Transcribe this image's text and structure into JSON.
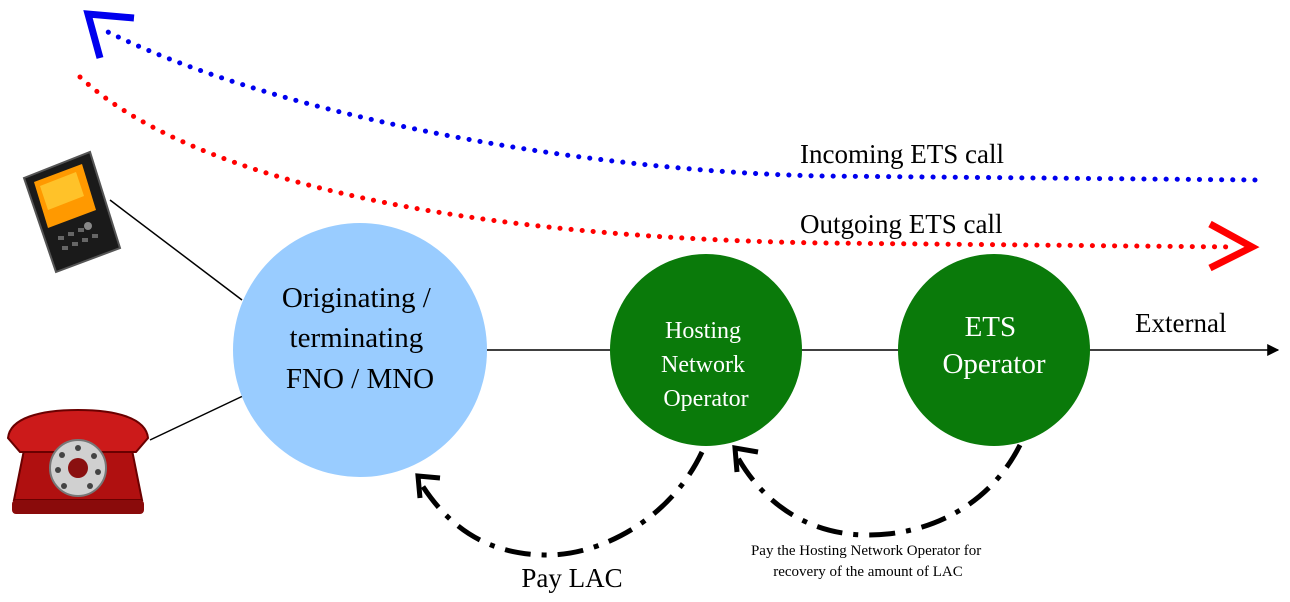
{
  "nodes": {
    "originating": {
      "line1": "Originating /",
      "line2": "terminating",
      "line3": "FNO / MNO"
    },
    "hosting": {
      "line1": "Hosting",
      "line2": "Network",
      "line3": "Operator"
    },
    "ets": {
      "line1": "ETS",
      "line2": "Operator"
    }
  },
  "labels": {
    "external": "External",
    "incoming_call": "Incoming ETS call",
    "outgoing_call": "Outgoing ETS call",
    "pay_lac": "Pay LAC",
    "pay_hosting_line1": "Pay the Hosting Network Operator for",
    "pay_hosting_line2": "recovery of the amount of LAC"
  },
  "icons": {
    "mobile": "mobile-phone-icon",
    "landline": "rotary-telephone-icon"
  },
  "colors": {
    "originating_fill": "#99ccff",
    "operator_fill": "#0a7a0a",
    "incoming": "#0000ee",
    "outgoing": "#ff0000"
  }
}
